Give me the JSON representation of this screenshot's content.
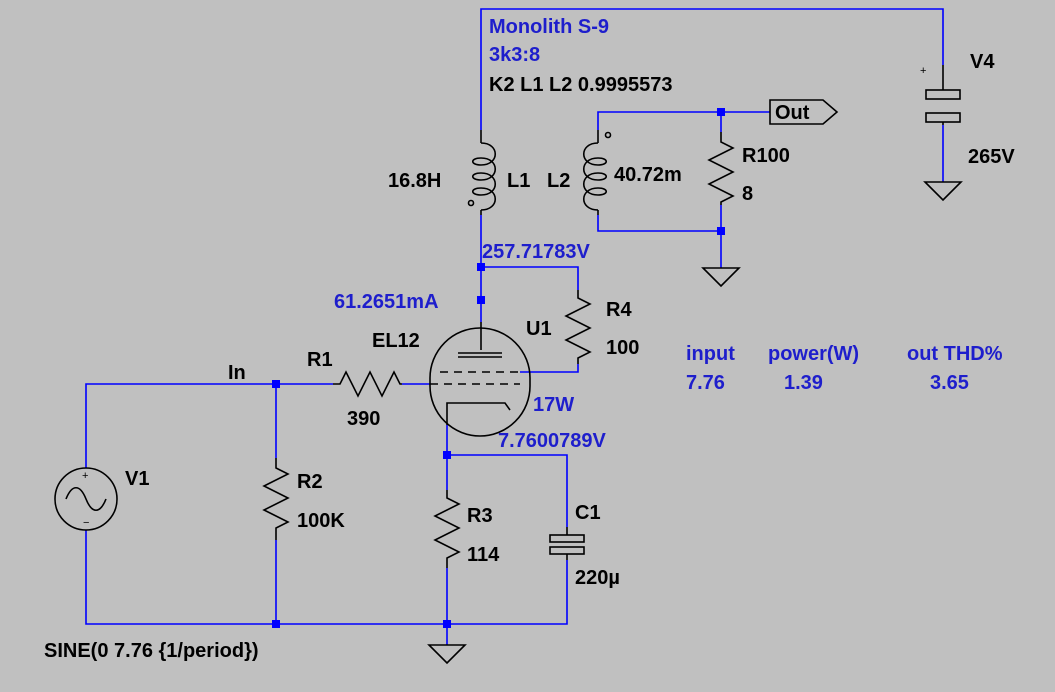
{
  "directives": {
    "title": "Monolith S-9",
    "ratio": "3k3:8",
    "coupling": "K2 L1 L2 0.9995573"
  },
  "components": {
    "L1": {
      "name": "L1",
      "value": "16.8H"
    },
    "L2": {
      "name": "L2",
      "value": "40.72m"
    },
    "R100": {
      "name": "R100",
      "value": "8"
    },
    "V4": {
      "name": "V4",
      "value": "265V"
    },
    "R4": {
      "name": "R4",
      "value": "100"
    },
    "U1": {
      "name": "U1",
      "model": "EL12",
      "power": "17W"
    },
    "R1": {
      "name": "R1",
      "value": "390"
    },
    "R2": {
      "name": "R2",
      "value": "100K"
    },
    "R3": {
      "name": "R3",
      "value": "114"
    },
    "C1": {
      "name": "C1",
      "value": "220µ"
    },
    "V1": {
      "name": "V1",
      "value": "SINE(0 7.76 {1/period})"
    }
  },
  "nets": {
    "out": "Out",
    "in": "In"
  },
  "operating_point": {
    "plate_voltage": "257.71783V",
    "plate_current": "61.2651mA",
    "cathode_voltage": "7.7600789V"
  },
  "results": {
    "headers": [
      "input",
      "power(W)",
      "out THD%"
    ],
    "values": [
      "7.76",
      "1.39",
      "3.65"
    ]
  },
  "colors": {
    "background": "#c0c0c0",
    "wire": "#0000ff",
    "symbol": "#000000",
    "annotation": "#1e1ecc"
  }
}
